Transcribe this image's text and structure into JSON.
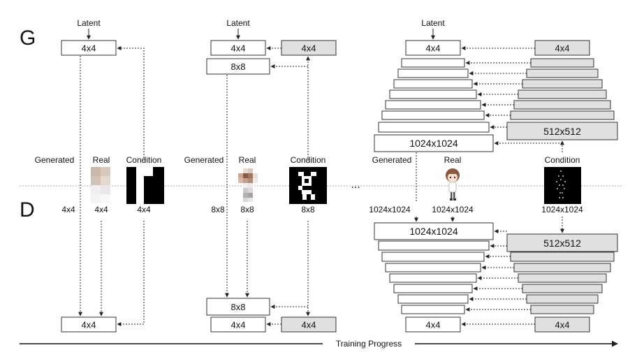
{
  "sections": {
    "generator": "G",
    "discriminator": "D"
  },
  "stage1": {
    "latent": "Latent",
    "g_top": "4x4",
    "d_bottom": "4x4",
    "generated": "Generated",
    "real": "Real",
    "condition": "Condition",
    "res_generated": "4x4",
    "res_real": "4x4",
    "res_condition": "4x4"
  },
  "stage2": {
    "latent": "Latent",
    "g_top": "4x4",
    "g_fade": "4x4",
    "g_second": "8x8",
    "d_second": "8x8",
    "d_bottom": "4x4",
    "d_fade": "4x4",
    "generated": "Generated",
    "real": "Real",
    "condition": "Condition",
    "res_generated": "8x8",
    "res_real": "8x8",
    "res_condition": "8x8"
  },
  "ellipsis": "...",
  "stage3": {
    "latent": "Latent",
    "g_top": "4x4",
    "g_fade": "4x4",
    "g_final": "1024x1024",
    "g_cond": "512x512",
    "d_top": "1024x1024",
    "d_cond": "512x512",
    "d_bottom": "4x4",
    "d_fade": "4x4",
    "generated": "Generated",
    "real": "Real",
    "condition": "Condition",
    "res_generated": "1024x1024",
    "res_real": "1024x1024",
    "res_condition": "1024x1024"
  },
  "progress": {
    "label": "Training Progress"
  },
  "colors": {
    "box_fill": "#ffffff",
    "cond_fill": "#e0e0e0",
    "stroke": "#333333"
  }
}
